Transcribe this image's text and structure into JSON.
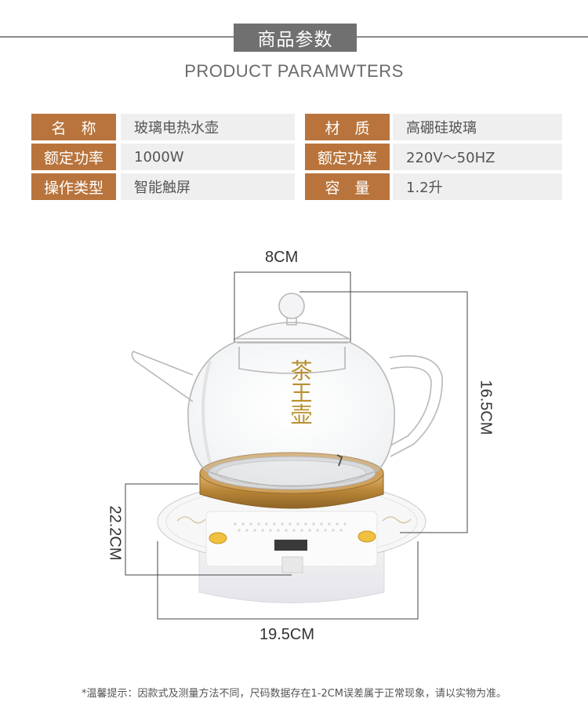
{
  "header": {
    "title": "商品参数",
    "subtitle": "PRODUCT PARAMWTERS"
  },
  "params": [
    {
      "label1": "名　称",
      "value1": "玻璃电热水壶",
      "label2": "材　质",
      "value2": "高硼硅玻璃"
    },
    {
      "label1": "额定功率",
      "value1": "1000W",
      "label2": "额定功率",
      "value2": "220V～50HZ"
    },
    {
      "label1": "操作类型",
      "value1": "智能触屏",
      "label2": "容　量",
      "value2": "1.2升"
    }
  ],
  "dimensions": {
    "lid_width": "8CM",
    "height_right": "16.5CM",
    "height_left": "22.2CM",
    "base_width": "19.5CM"
  },
  "kettle_text": "茶王壶",
  "note": "*温馨提示：因款式及测量方法不同，尺码数据存在1-2CM误差属于正常现象，请以实物为准。",
  "colors": {
    "label_bg": "#b8743c",
    "value_bg": "#efefef",
    "title_bg": "#707070"
  }
}
